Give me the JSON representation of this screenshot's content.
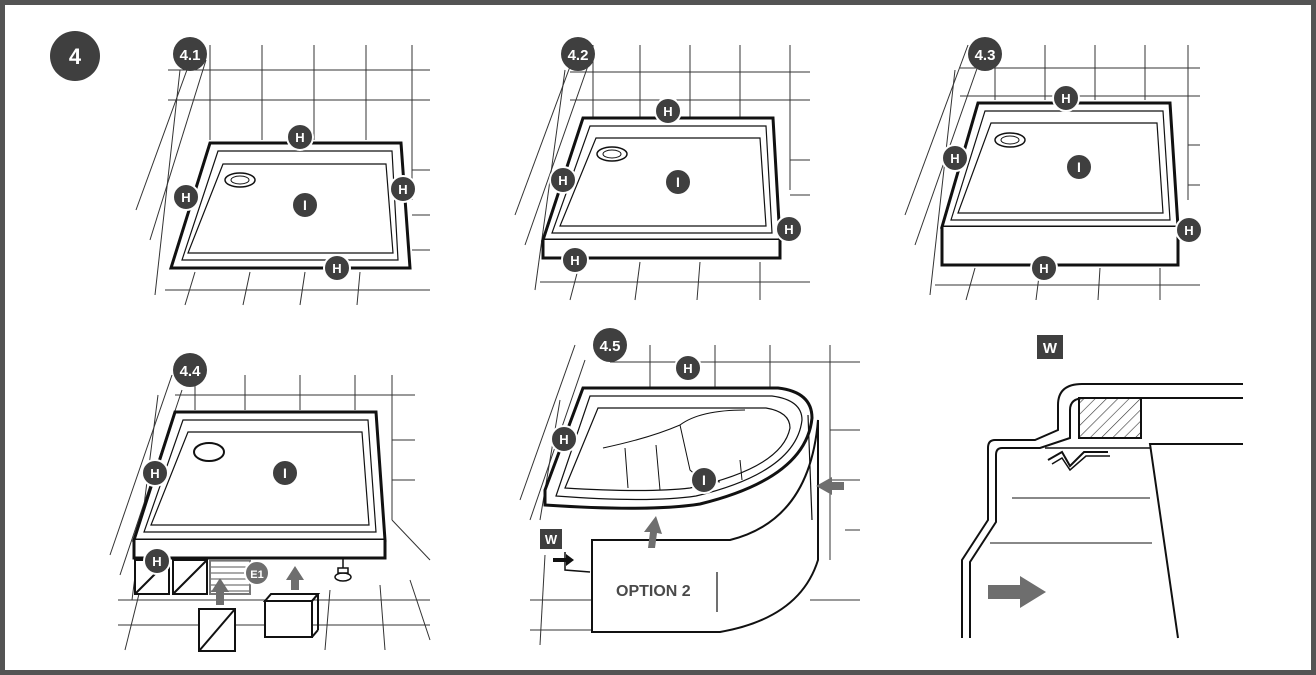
{
  "step_badge": "4",
  "panels": {
    "p41": {
      "label": "4.1",
      "h": "H",
      "i": "I"
    },
    "p42": {
      "label": "4.2",
      "h": "H",
      "i": "I"
    },
    "p43": {
      "label": "4.3",
      "h": "H",
      "i": "I"
    },
    "p44": {
      "label": "4.4",
      "h": "H",
      "i": "I",
      "e1": "E1"
    },
    "p45": {
      "label": "4.5",
      "h": "H",
      "i": "I",
      "w": "W",
      "option": "OPTION 2"
    },
    "detail": {
      "w": "W"
    }
  },
  "colors": {
    "frame": "#545454",
    "badge": "#3f3f3f",
    "line": "#1a1a1a",
    "arrow": "#6e6e6e",
    "pad": "#8a8a8a"
  }
}
